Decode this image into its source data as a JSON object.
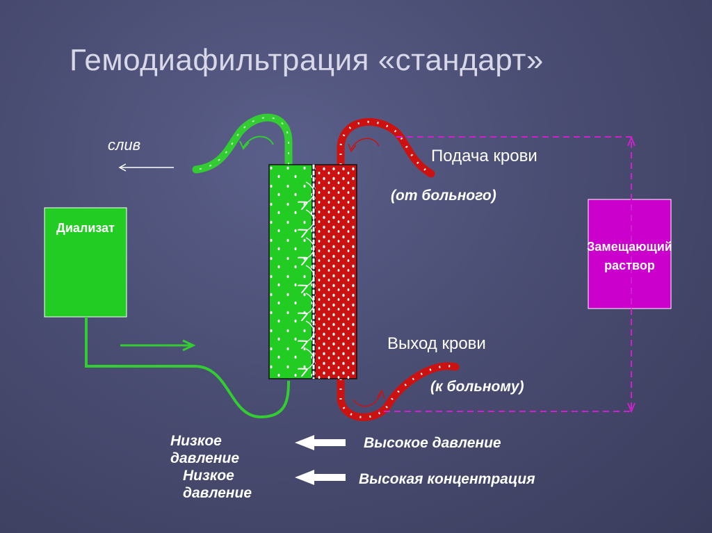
{
  "title": "Гемодиафильтрация «стандарт»",
  "labels": {
    "drain": "слив",
    "dialysate": "Диализат",
    "substitution_line1": "Замещающий",
    "substitution_line2": "раствор",
    "blood_in": "Подача крови",
    "blood_in_sub": "(от больного)",
    "blood_out": "Выход крови",
    "blood_out_sub": "(к больному)",
    "low_pressure_1": "Низкое",
    "low_pressure_1b": "давление",
    "low_pressure_2": "Низкое",
    "low_pressure_2b": "давление",
    "high_pressure": "Высокое давление",
    "high_concentration": "Высокая концентрация"
  },
  "colors": {
    "dialysate": "#22cc22",
    "blood": "#cc1111",
    "substitution": "#cc00cc",
    "dashed_line": "#cc22cc",
    "green_line": "#33cc33"
  }
}
